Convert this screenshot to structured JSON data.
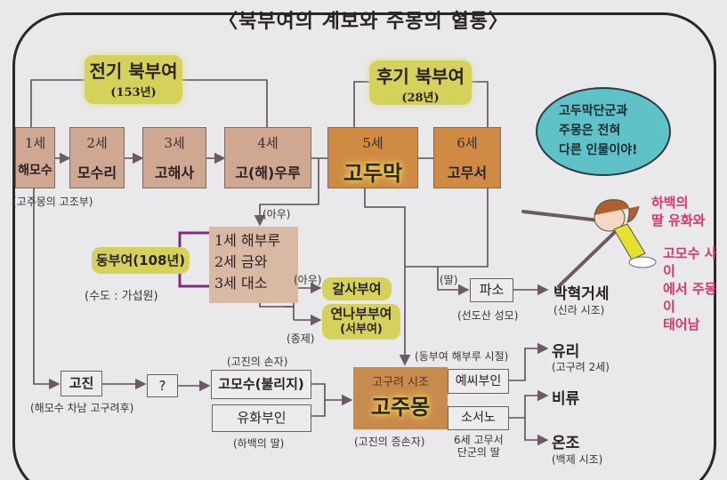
{
  "title": "〈북부여의 계보와 주몽의 혈통〉",
  "eras": [
    {
      "name": "전기 북부여",
      "years": "(153년)"
    },
    {
      "name": "후기 북부여",
      "years": "(28년)"
    }
  ],
  "generations": [
    {
      "gen": "1세",
      "name": "해모수"
    },
    {
      "gen": "2세",
      "name": "모수리"
    },
    {
      "gen": "3세",
      "name": "고해사"
    },
    {
      "gen": "4세",
      "name": "고(해)우루"
    },
    {
      "gen": "5세",
      "name": "고두막"
    },
    {
      "gen": "6세",
      "name": "고무서"
    }
  ],
  "notes": {
    "haemosu": "(고주몽의 고조부)",
    "brother1": "(아우)",
    "brother2": "(아우)",
    "cousin": "(종제)",
    "daughter": "(딸)",
    "dongbuyeo_reign": "(동부여 해부루 시절)"
  },
  "dongbuyeo": {
    "name": "동부여(108년)",
    "capital": "(수도 : 가섭원)",
    "kings": [
      "1세 해부루",
      "2세 금와",
      "3세 대소"
    ]
  },
  "branches": [
    {
      "name": "갈사부여"
    },
    {
      "name": "연나부부여",
      "sub": "(서부여)"
    }
  ],
  "paso": {
    "name": "파소",
    "note": "(선도산 성모)",
    "child": "박혁거세",
    "child_note": "(신라 시조)"
  },
  "gojin": {
    "name": "고진",
    "note": "(해모수 차남 고구려후)",
    "unknown": "?"
  },
  "gomosu": {
    "name": "고모수(불리지)",
    "note": "(고진의 손자)"
  },
  "yuhwa": {
    "name": "유화부인",
    "note": "(하백의 딸)"
  },
  "jumong": {
    "title": "고구려 시조",
    "name": "고주몽",
    "note": "(고진의 증손자)"
  },
  "wives": [
    {
      "name": "예씨부인"
    },
    {
      "name": "소서노",
      "note1": "6세 고무서",
      "note2": "단군의 딸"
    }
  ],
  "children": [
    {
      "name": "유리",
      "note": "(고구려 2세)"
    },
    {
      "name": "비류",
      "note": ""
    },
    {
      "name": "온조",
      "note": "(백제 시조)"
    }
  ],
  "speech": [
    "고두막단군과",
    "주몽은 전혀",
    "다른 인물이야!"
  ],
  "caption": [
    "하백의",
    "딸 유화와",
    "고모수 사이",
    "에서 주몽이",
    "태어남"
  ],
  "colors": {
    "era": "#d4d25a",
    "gen": "#d0a892",
    "hot": "#cf8a44",
    "bubble": "#5ec2c8",
    "line": "#6e5a66",
    "bracket": "#7a2f7e",
    "pink": "#d8356a"
  }
}
